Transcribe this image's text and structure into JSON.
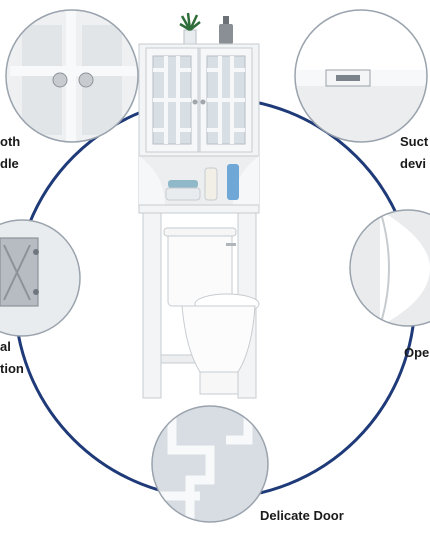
{
  "labels": {
    "smooth_handle": [
      "oth",
      "dle"
    ],
    "metal_hinge": [
      "al",
      "tion"
    ],
    "suction_device": [
      "Suct",
      "devi"
    ],
    "open": "Ope",
    "delicate_door": "Delicate Door"
  },
  "colors": {
    "ring": "#1f3a78",
    "circle_border": "#9aa3ad",
    "cabinet": "#f3f4f5",
    "cabinet_shadow": "#d6d9dc",
    "glass": "#cfd8df",
    "label_text": "#1a1a1a"
  },
  "icons": [
    "handle-knob-icon",
    "hinge-icon",
    "suction-catch-icon",
    "door-detail-icon"
  ]
}
